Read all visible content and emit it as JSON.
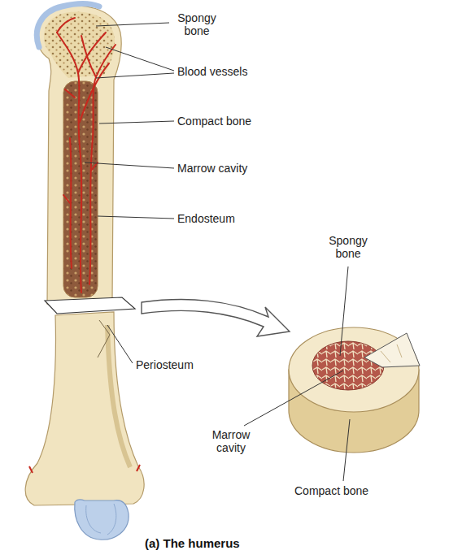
{
  "diagram": {
    "caption": "(a) The humerus",
    "labels": [
      "Spongy bone",
      "Blood vessels",
      "Compact bone",
      "Marrow cavity",
      "Endosteum",
      "Periosteum",
      "Spongy bone",
      "Marrow cavity",
      "Compact bone"
    ]
  }
}
